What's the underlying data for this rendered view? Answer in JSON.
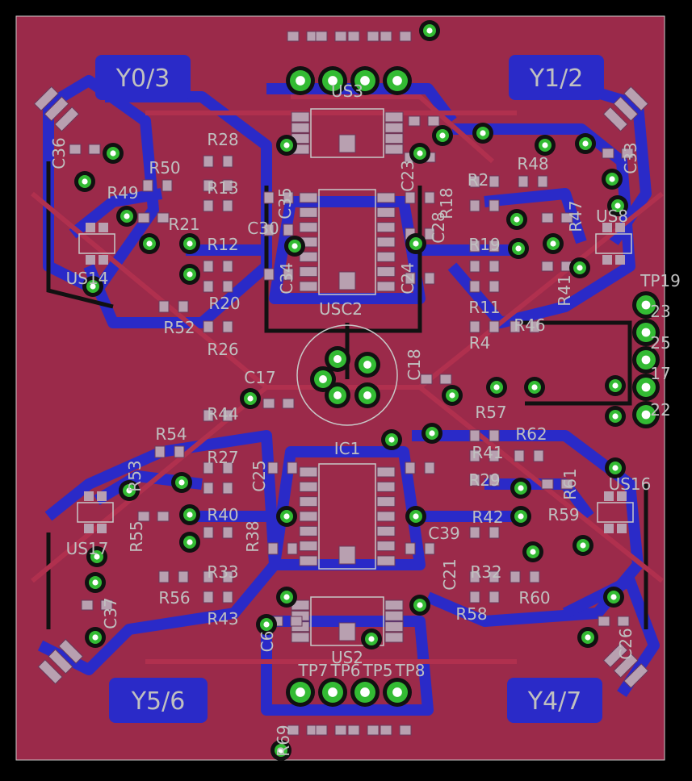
{
  "colors": {
    "background": "#000000",
    "board": "#9b2a4a",
    "copper_top": "#b0304e",
    "trace_bottom": "#2a2ac8",
    "pad": "#b8a0b0",
    "via_ring": "#33bb33",
    "label": "#c0c0c0",
    "outline": "#c8c8c8"
  },
  "regions": [
    {
      "label": "Y0/3"
    },
    {
      "label": "Y1/2"
    },
    {
      "label": "Y5/6"
    },
    {
      "label": "Y4/7"
    }
  ],
  "designators": [
    "R28",
    "R50",
    "R13",
    "R49",
    "R21",
    "R12",
    "C30",
    "C35",
    "R20",
    "R52",
    "R26",
    "C34",
    "C36",
    "US14",
    "R2",
    "R48",
    "R18",
    "R19",
    "C28",
    "C23",
    "C24",
    "R11",
    "R46",
    "R4",
    "R47",
    "R41",
    "US8",
    "C33",
    "TP19",
    "23",
    "25",
    "17",
    "22",
    "C17",
    "C18",
    "USC2",
    "IC1",
    "R44",
    "R54",
    "R53",
    "R27",
    "C25",
    "R40",
    "R38",
    "R55",
    "R33",
    "R56",
    "R43",
    "C37",
    "US17",
    "C6",
    "R57",
    "R62",
    "R41",
    "R29",
    "R42",
    "R59",
    "R61",
    "US16",
    "C39",
    "C21",
    "R32",
    "R60",
    "R58",
    "C26",
    "TP7",
    "TP6",
    "TP5",
    "TP8",
    "US3",
    "US2",
    "R69"
  ],
  "icons": [
    "via-icon",
    "smd-pad-icon",
    "ic-footprint-icon",
    "through-hole-pad-icon"
  ]
}
